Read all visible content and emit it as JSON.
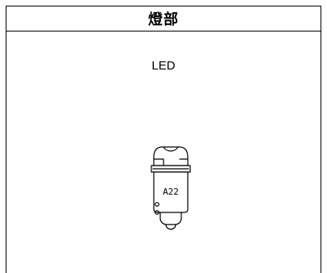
{
  "header": {
    "title": "燈部"
  },
  "item": {
    "label": "LED",
    "part_code": "A22"
  }
}
